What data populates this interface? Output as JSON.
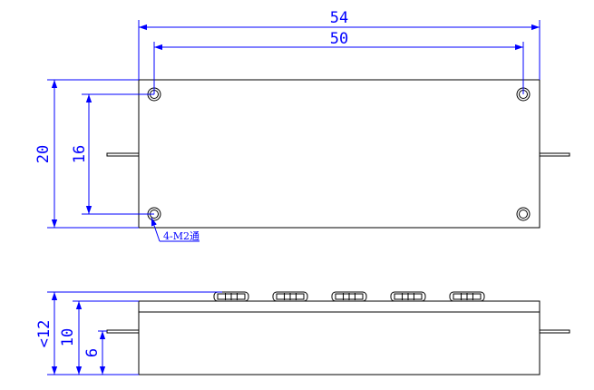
{
  "colors": {
    "outline": "#000000",
    "dimension": "#0000ff",
    "background": "#ffffff"
  },
  "dimensions": {
    "overall_length": "54",
    "hole_spacing_length": "50",
    "overall_width": "20",
    "hole_spacing_width": "16",
    "height_max": "<12",
    "body_height": "10",
    "pin_height": "6"
  },
  "callouts": {
    "holes": "4-M2通"
  },
  "connectors": {
    "count": 5
  }
}
